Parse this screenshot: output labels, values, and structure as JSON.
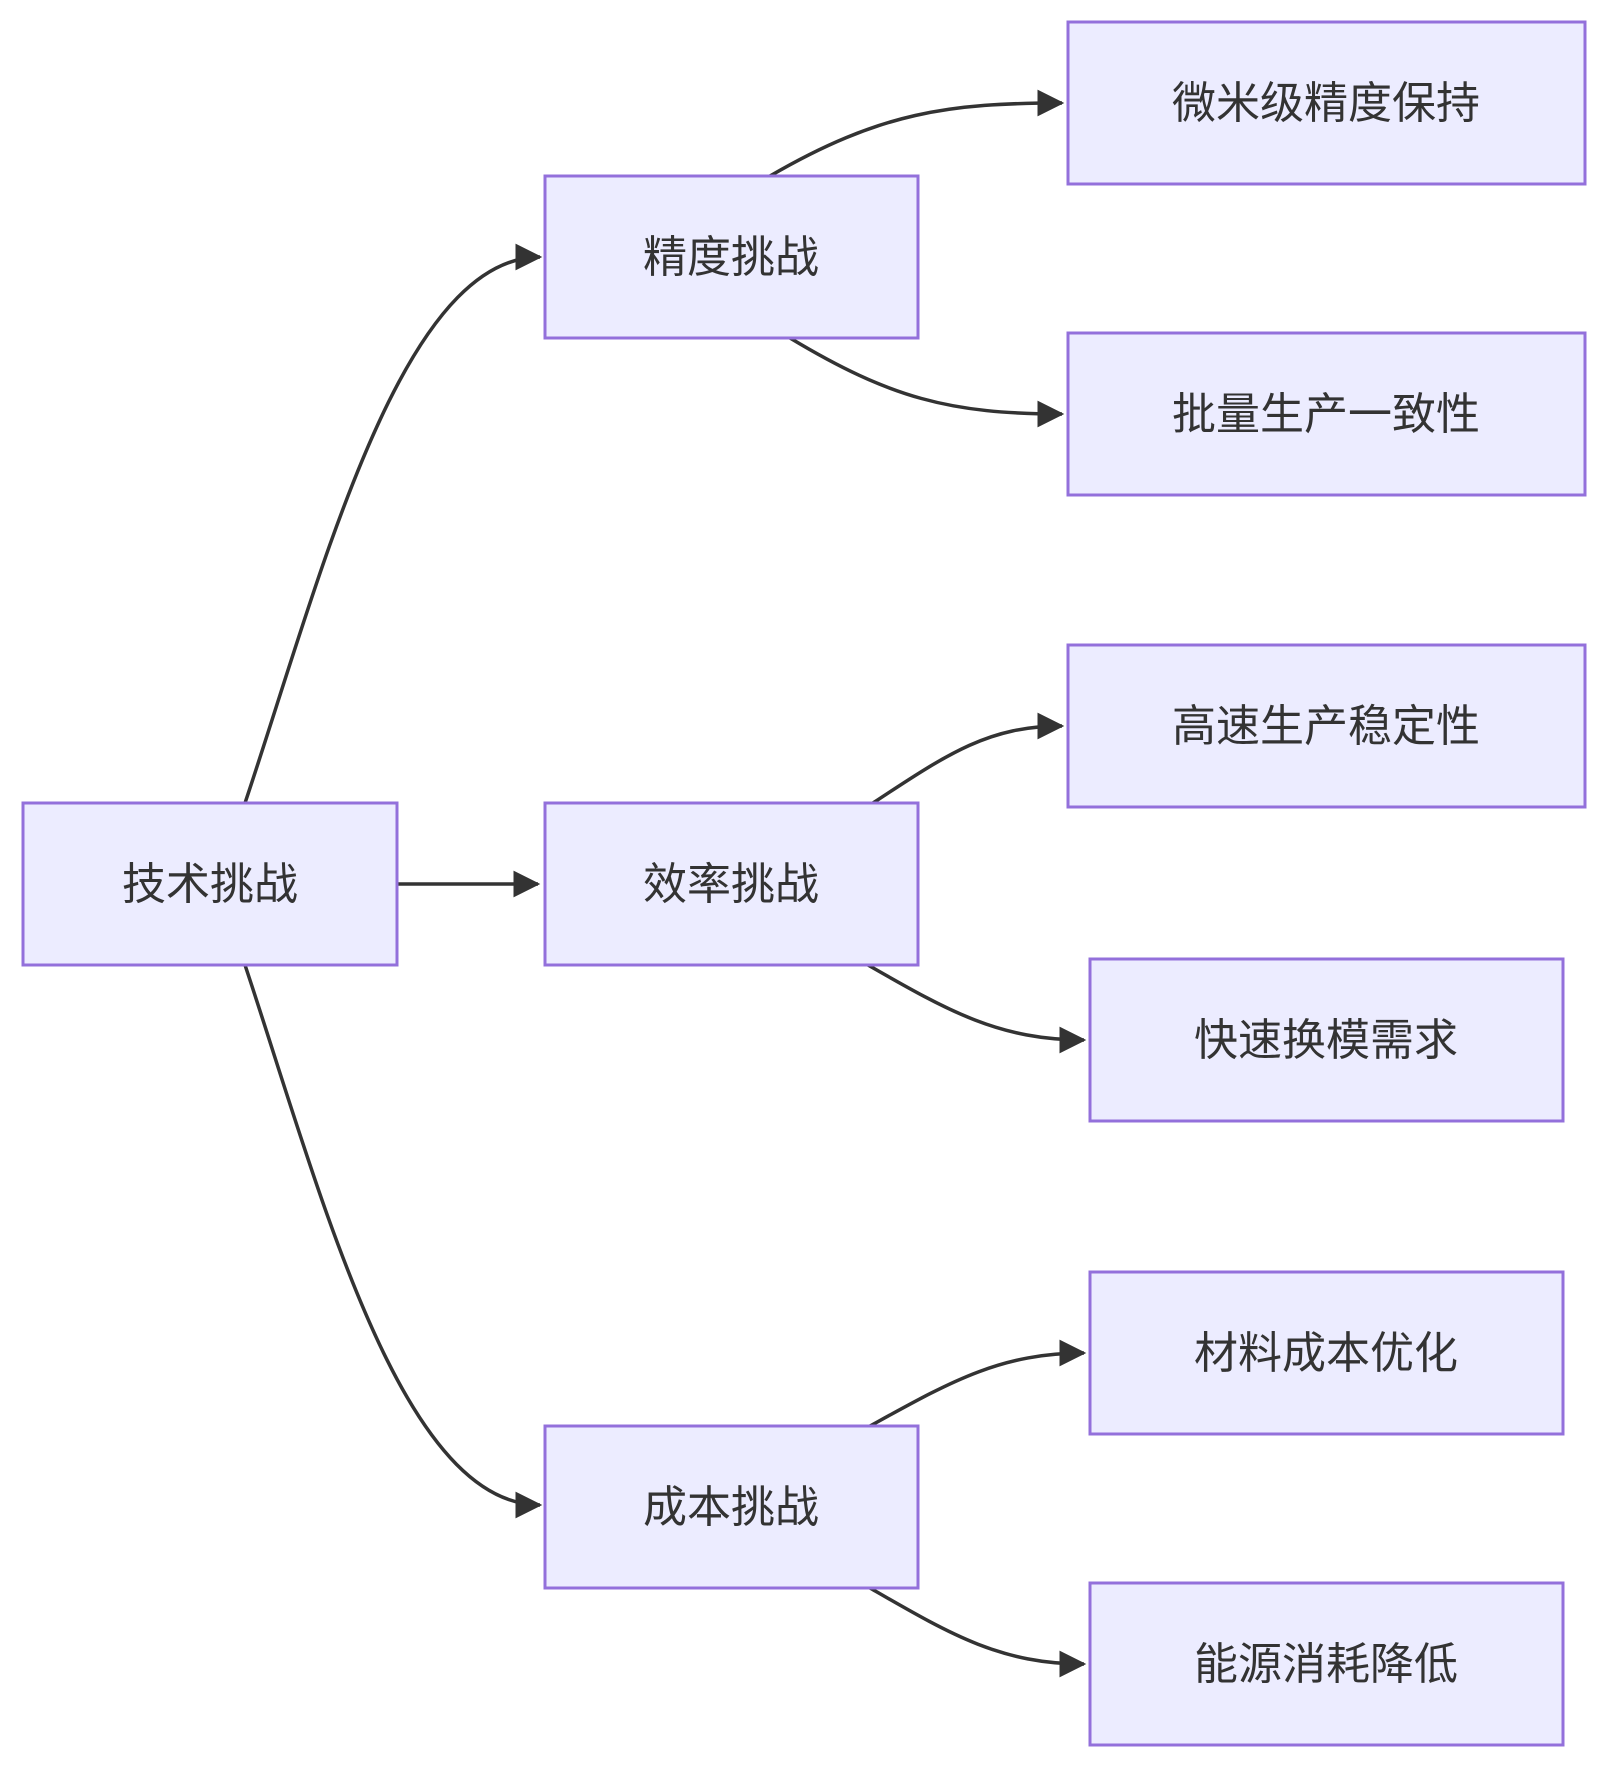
{
  "diagram": {
    "type": "flowchart-LR",
    "root": {
      "label": "技术挑战"
    },
    "branches": [
      {
        "label": "精度挑战",
        "children": [
          {
            "label": "微米级精度保持"
          },
          {
            "label": "批量生产一致性"
          }
        ]
      },
      {
        "label": "效率挑战",
        "children": [
          {
            "label": "高速生产稳定性"
          },
          {
            "label": "快速换模需求"
          }
        ]
      },
      {
        "label": "成本挑战",
        "children": [
          {
            "label": "材料成本优化"
          },
          {
            "label": "能源消耗降低"
          }
        ]
      }
    ],
    "colors": {
      "node_fill": "#ECECFF",
      "node_border": "#9370DB",
      "edge": "#333333",
      "text": "#333333",
      "background": "#FFFFFF"
    }
  }
}
